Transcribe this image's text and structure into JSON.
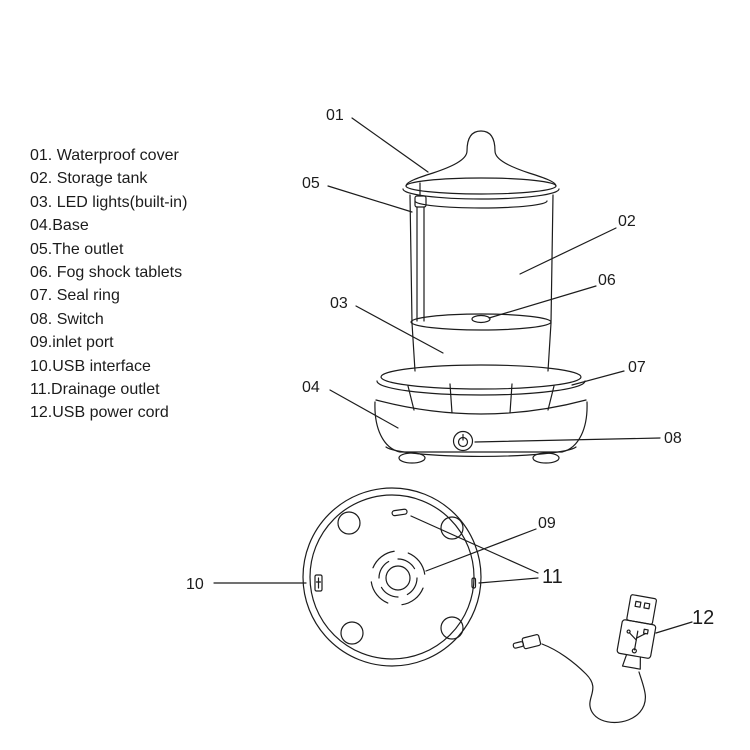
{
  "page": {
    "background": "#ffffff",
    "ink": "#1c1c1c"
  },
  "legend": {
    "items": [
      "01. Waterproof cover",
      "02. Storage tank",
      "03. LED lights(built-in)",
      "04.Base",
      "05.The outlet",
      "06. Fog shock tablets",
      "07. Seal ring",
      "08. Switch",
      "09.inlet port",
      "10.USB interface",
      "11.Drainage outlet",
      "12.USB power cord"
    ]
  },
  "callouts": {
    "c01": "01",
    "c02": "02",
    "c03": "03",
    "c04": "04",
    "c05": "05",
    "c06": "06",
    "c07": "07",
    "c08": "08",
    "c09": "09",
    "c10": "10",
    "c11": "11",
    "c12": "12"
  }
}
